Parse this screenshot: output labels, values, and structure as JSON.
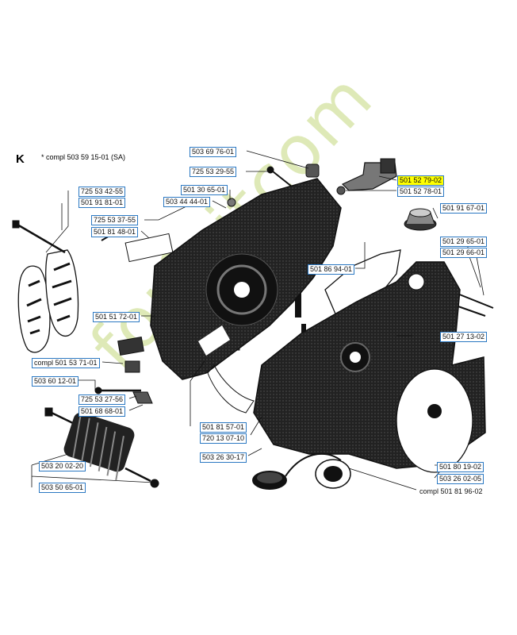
{
  "section_letter": "K",
  "note_text": "* compl 503 59 15-01 (SA)",
  "watermark_text": "forfaitcom",
  "parts": [
    {
      "number": "503 69 76-01",
      "highlight": false
    },
    {
      "number": "725 53 29-55",
      "highlight": false
    },
    {
      "number": "501 52 79-02",
      "highlight": true
    },
    {
      "number": "501 52 78-01",
      "highlight": false
    },
    {
      "number": "501 30 65-01",
      "highlight": false
    },
    {
      "number": "503 44 44-01",
      "highlight": false
    },
    {
      "number": "725 53 42-55",
      "highlight": false
    },
    {
      "number": "501 91 81-01",
      "highlight": false
    },
    {
      "number": "725 53 37-55",
      "highlight": false
    },
    {
      "number": "501 81 48-01",
      "highlight": false
    },
    {
      "number": "501 91 67-01",
      "highlight": false
    },
    {
      "number": "501 29 65-01",
      "highlight": false
    },
    {
      "number": "501 29 66-01",
      "highlight": false
    },
    {
      "number": "501 86 94-01",
      "highlight": false
    },
    {
      "number": "501 51 72-01",
      "highlight": false
    },
    {
      "number": "501 27 13-02",
      "highlight": false
    },
    {
      "number": "compl 501 53 71-01",
      "highlight": false
    },
    {
      "number": "503 60 12-01",
      "highlight": false
    },
    {
      "number": "725 53 27-56",
      "highlight": false
    },
    {
      "number": "501 68 68-01",
      "highlight": false
    },
    {
      "number": "501 81 57-01",
      "highlight": false
    },
    {
      "number": "720 13 07-10",
      "highlight": false
    },
    {
      "number": "503 26 30-17",
      "highlight": false
    },
    {
      "number": "503 20 02-20",
      "highlight": false
    },
    {
      "number": "503 50 65-01",
      "highlight": false
    },
    {
      "number": "501 80 19-02",
      "highlight": false
    },
    {
      "number": "503 26 02-05",
      "highlight": false
    },
    {
      "number": "compl 501 81 96-02",
      "highlight": false
    }
  ]
}
